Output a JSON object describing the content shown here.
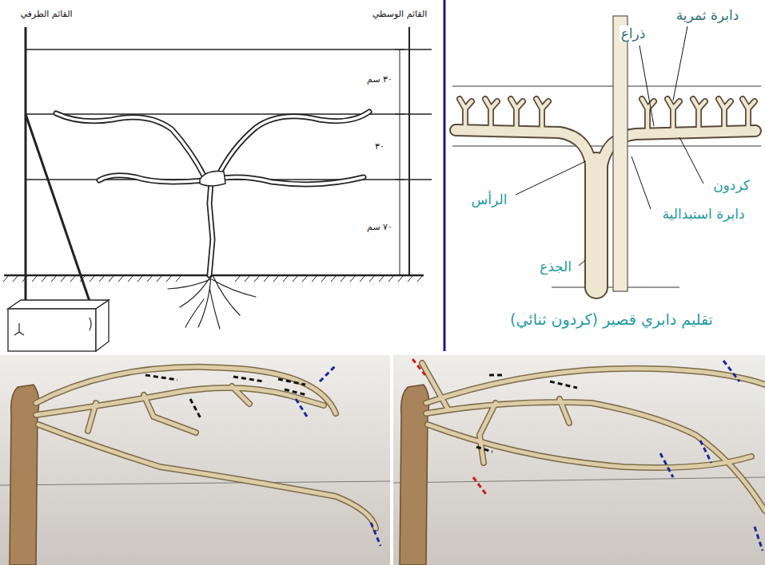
{
  "diagram": {
    "labels": [
      "القائم الطرفي",
      "القائم الوسطي",
      "٣٠ سم",
      "٣٠",
      "٧٠ سم",
      "دابرة ثمرية",
      "ذراع",
      "الرأس",
      "كردون",
      "دابرة استبدالية",
      "الجذع",
      "تقليم دابري قصير (كردون ثنائي)"
    ]
  }
}
